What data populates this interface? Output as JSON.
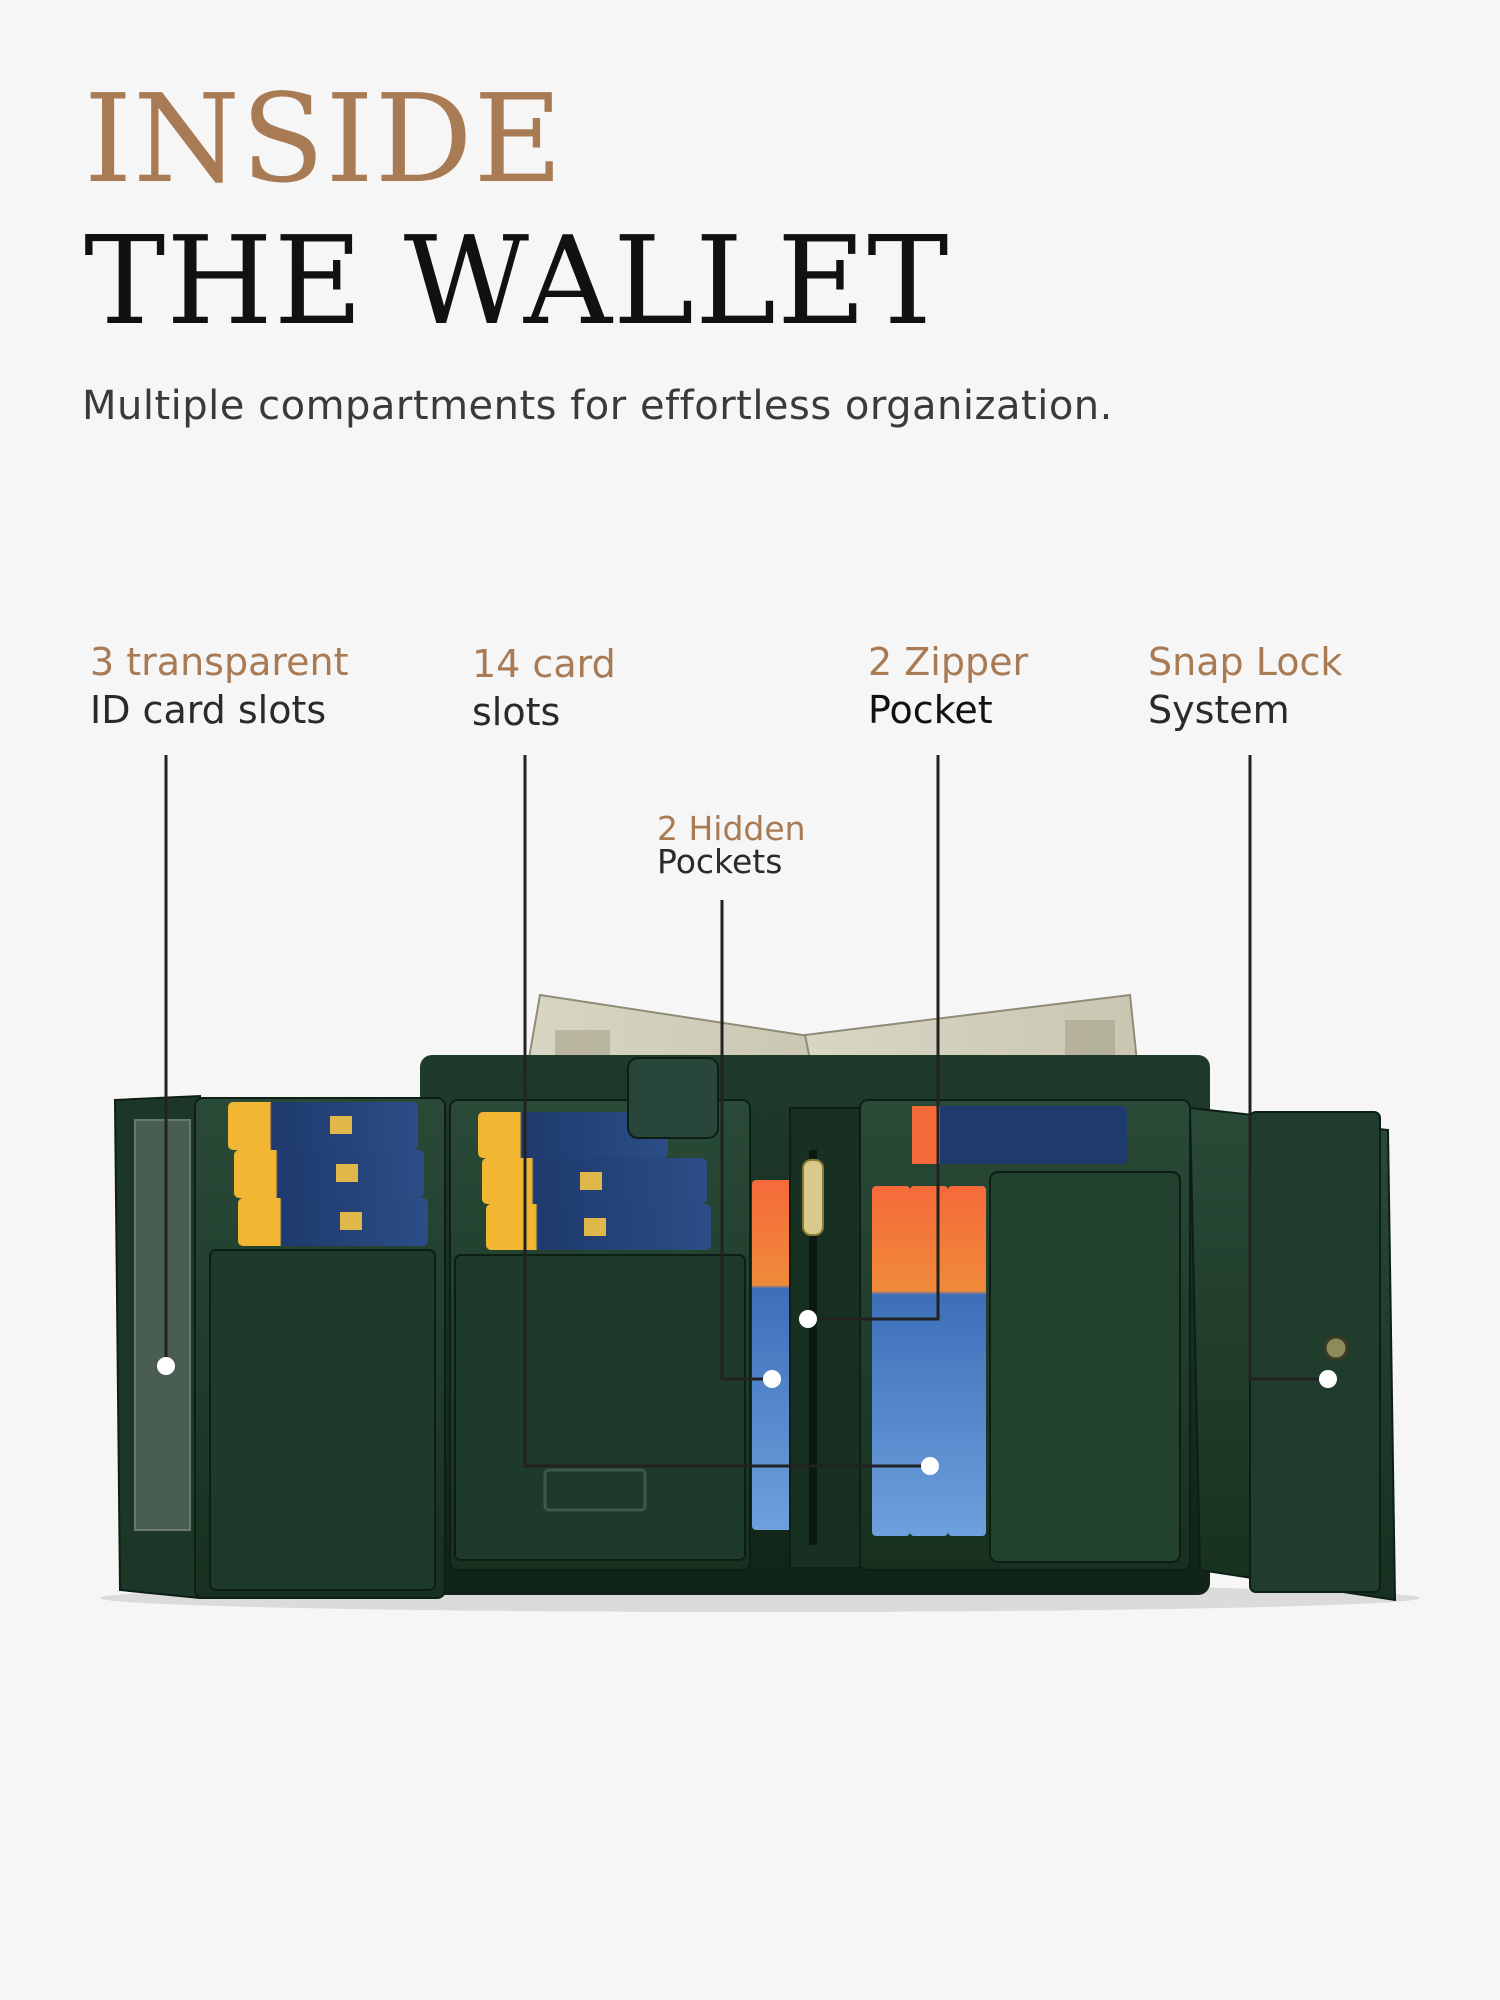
{
  "header": {
    "title_line1": "INSIDE",
    "title_line2": "THE WALLET",
    "subtitle": "Multiple compartments for effortless organization."
  },
  "callouts": [
    {
      "id": "id-slots",
      "accent": "3 transparent",
      "text": "ID card slots"
    },
    {
      "id": "card-slots",
      "accent": "14 card",
      "text": "slots"
    },
    {
      "id": "hidden-pockets",
      "accent": "2 Hidden",
      "text": "Pockets"
    },
    {
      "id": "zipper-pocket",
      "accent": "2 Zipper",
      "text": "Pocket"
    },
    {
      "id": "snap-lock",
      "accent": "Snap Lock",
      "text": "System"
    }
  ],
  "colors": {
    "accent": "#a97b54",
    "leather": "#1f3a2c",
    "background": "#f6f6f6"
  }
}
